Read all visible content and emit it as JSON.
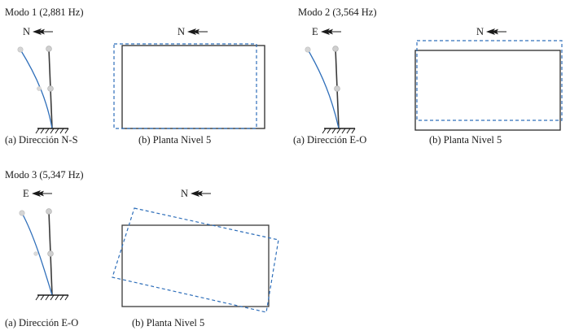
{
  "figure": {
    "type": "structural-mode-shapes",
    "description": "Modal analysis figure showing three vibration modes of a building, each with an elevation (direction) view and a Level 5 plan view",
    "deformed_color": "#2f6fba",
    "undeformed_color": "#333333",
    "node_color": "#b3b3b3"
  },
  "modes": [
    {
      "id": "modo-1",
      "title": "Modo 1 (2,881 Hz)",
      "frequency_value": "2,881",
      "frequency_unit": "Hz",
      "mode_number": "1",
      "elevation": {
        "caption": "(a) Dirección N-S",
        "compass_letter": "N",
        "compass_icon": "arrow-left-icon",
        "deformation": "translation",
        "direction": "N-S"
      },
      "plan": {
        "caption": "(b) Planta Nivel 5",
        "compass_letter": "N",
        "compass_icon": "arrow-left-icon",
        "level": "5",
        "deformation": "translation-horizontal"
      }
    },
    {
      "id": "modo-2",
      "title": "Modo 2 (3,564 Hz)",
      "frequency_value": "3,564",
      "frequency_unit": "Hz",
      "mode_number": "2",
      "elevation": {
        "caption": "(a) Dirección E-O",
        "compass_letter": "E",
        "compass_icon": "arrow-left-icon",
        "deformation": "translation",
        "direction": "E-O"
      },
      "plan": {
        "caption": "(b) Planta Nivel 5",
        "compass_letter": "N",
        "compass_icon": "arrow-left-icon",
        "level": "5",
        "deformation": "translation-vertical"
      }
    },
    {
      "id": "modo-3",
      "title": "Modo 3 (5,347 Hz)",
      "frequency_value": "5,347",
      "frequency_unit": "Hz",
      "mode_number": "3",
      "elevation": {
        "caption": "(a) Dirección E-O",
        "compass_letter": "E",
        "compass_icon": "arrow-left-icon",
        "deformation": "translation",
        "direction": "E-O"
      },
      "plan": {
        "caption": "(b) Planta Nivel 5",
        "compass_letter": "N",
        "compass_icon": "arrow-left-icon",
        "level": "5",
        "deformation": "torsion"
      }
    }
  ]
}
